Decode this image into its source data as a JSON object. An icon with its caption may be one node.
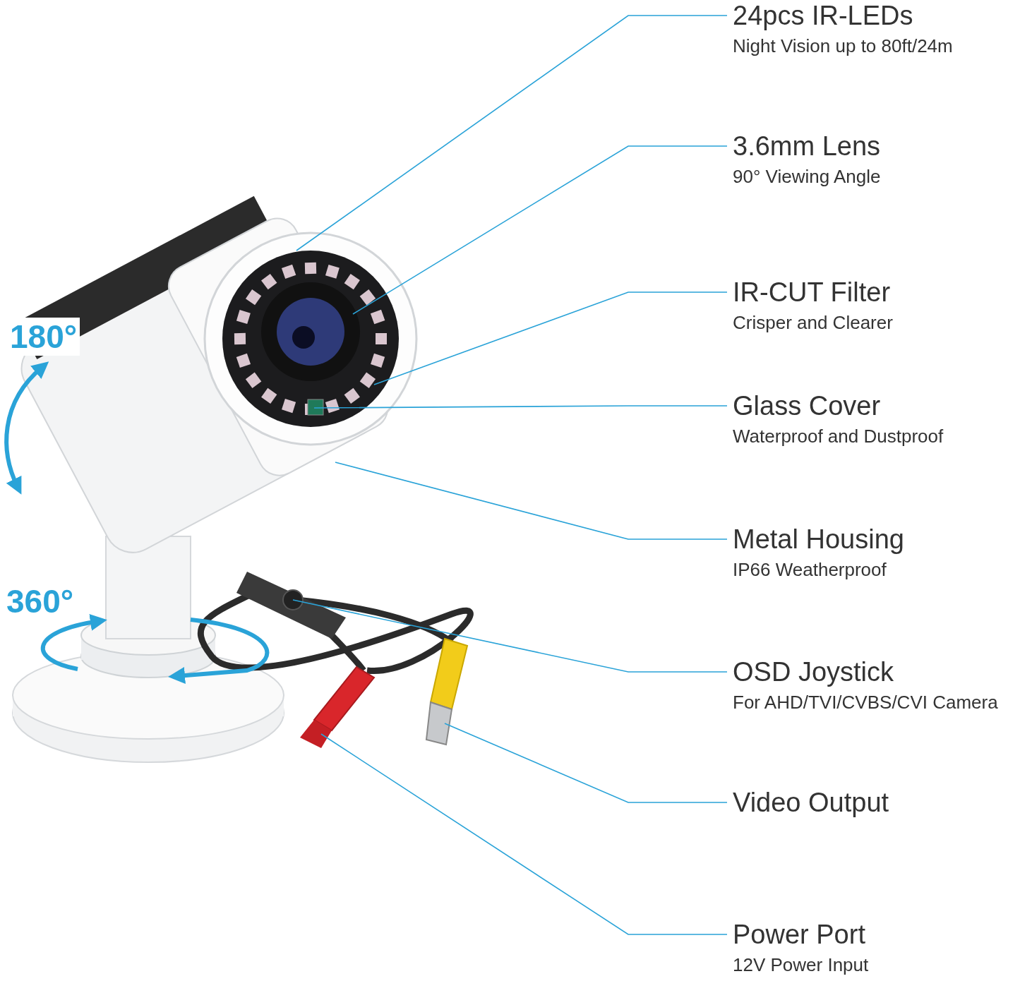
{
  "diagram": {
    "nodes": [
      {
        "text": [
          "24pcs IR-LEDs",
          "Night Vision up to 80ft/24m"
        ]
      },
      {
        "text": [
          "3.6mm Lens",
          "90° Viewing Angle"
        ]
      },
      {
        "text": [
          "IR-CUT Filter",
          "Crisper and Clearer"
        ]
      },
      {
        "text": [
          "Glass Cover",
          "Waterproof and Dustproof"
        ]
      },
      {
        "text": [
          "Metal Housing",
          "IP66 Weatherproof"
        ]
      },
      {
        "text": [
          "OSD Joystick",
          "For AHD/TVI/CVBS/CVI Camera"
        ]
      },
      {
        "text": [
          "Video Output"
        ]
      },
      {
        "text": [
          "Power Port",
          "12V Power Input"
        ]
      }
    ],
    "edges": [
      {
        "from": 0,
        "to": null,
        "arrow": "none"
      },
      {
        "from": 1,
        "to": null,
        "arrow": "none"
      },
      {
        "from": 2,
        "to": null,
        "arrow": "none"
      },
      {
        "from": 3,
        "to": null,
        "arrow": "none"
      },
      {
        "from": 4,
        "to": null,
        "arrow": "none"
      },
      {
        "from": 5,
        "to": null,
        "arrow": "none"
      },
      {
        "from": 6,
        "to": null,
        "arrow": "none"
      },
      {
        "from": 7,
        "to": null,
        "arrow": "none"
      }
    ],
    "labels": [
      "180°",
      "360°"
    ]
  }
}
